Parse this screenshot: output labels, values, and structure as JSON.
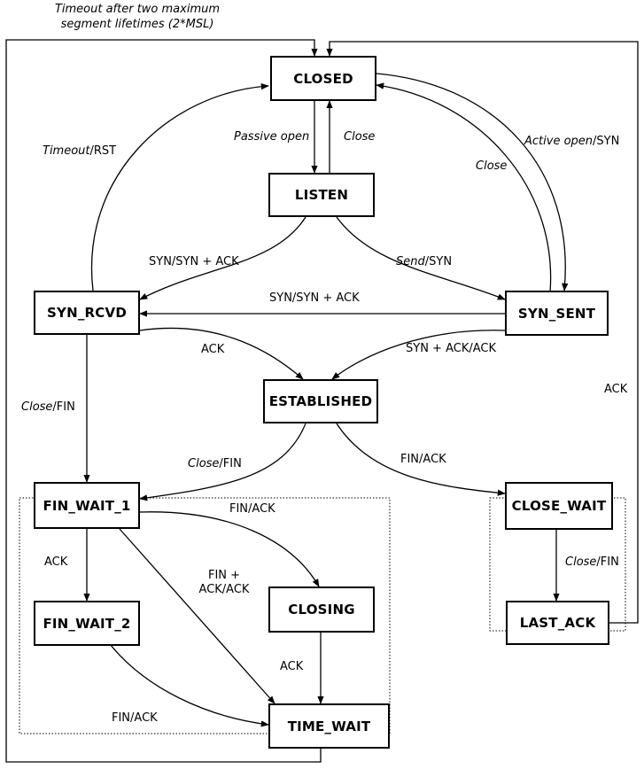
{
  "header": {
    "line1": "Timeout after two maximum",
    "line2": "segment lifetimes (2*MSL)"
  },
  "states": {
    "closed": "CLOSED",
    "listen": "LISTEN",
    "syn_rcvd": "SYN_RCVD",
    "syn_sent": "SYN_SENT",
    "established": "ESTABLISHED",
    "fin_wait_1": "FIN_WAIT_1",
    "fin_wait_2": "FIN_WAIT_2",
    "closing": "CLOSING",
    "time_wait": "TIME_WAIT",
    "close_wait": "CLOSE_WAIT",
    "last_ack": "LAST_ACK"
  },
  "transitions": {
    "passive_open": "Passive open",
    "close_listen": "Close",
    "timeout": "Timeout",
    "rst": "/RST",
    "active_open": "Active open",
    "active_open_syn": "/SYN",
    "close_synsent": "Close",
    "syn_synack_listen": "SYN/SYN + ACK",
    "send": "Send",
    "send_syn": "/SYN",
    "syn_synack_cross": "SYN/SYN + ACK",
    "ack_rcvd": "ACK",
    "synack_ack": "SYN + ACK/ACK",
    "close_fin_rcvd": "Close",
    "close_fin_rcvd_suffix": "/FIN",
    "close_fin_est": "Close",
    "close_fin_est_suffix": "/FIN",
    "fin_ack_est": "FIN/ACK",
    "ack_lastack": "ACK",
    "fin_ack_fw1": "FIN/ACK",
    "ack_fw1": "ACK",
    "fin_plus": "FIN +",
    "ack_ack": "ACK/ACK",
    "ack_closing": "ACK",
    "fin_ack_fw2": "FIN/ACK",
    "close_fin_cw": "Close",
    "close_fin_cw_suffix": "/FIN"
  }
}
